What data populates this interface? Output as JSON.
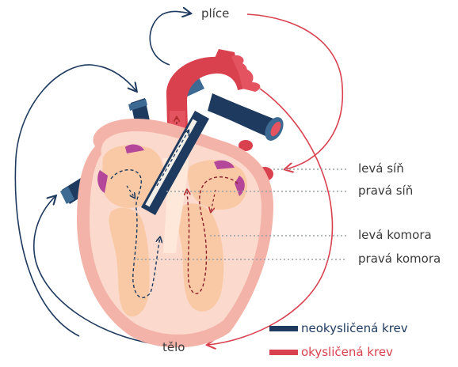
{
  "labels": {
    "lungs": "plíce",
    "body": "tělo",
    "left_atrium": "levá síň",
    "right_atrium": "pravá síň",
    "left_ventricle": "levá komora",
    "right_ventricle": "pravá komora"
  },
  "legend": [
    {
      "text": "neokysličená krev",
      "color": "#1e3a5f"
    },
    {
      "text": "okysličená krev",
      "color": "#d9414f"
    }
  ],
  "colors": {
    "deoxygenated": "#1e3a5f",
    "oxygenated": "#d9414f",
    "heart_wall": "#f4b3a8",
    "heart_inner": "#f9d6b8",
    "chamber": "#fce7d2",
    "valve": "#b5479a",
    "dotted_line": "#9aa0a6"
  }
}
